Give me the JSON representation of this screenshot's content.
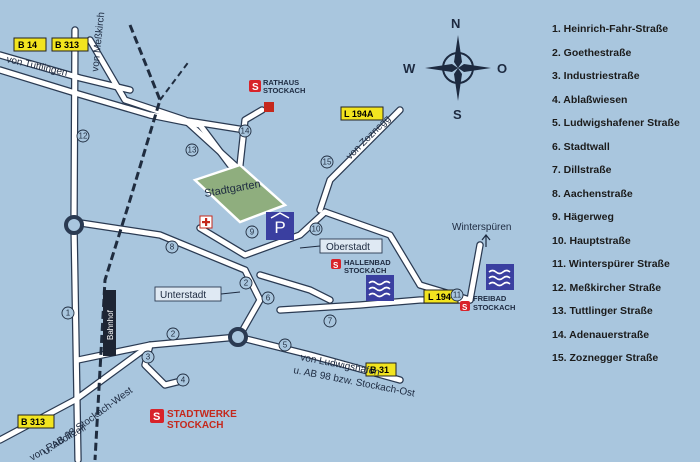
{
  "compass": {
    "north": "N",
    "west": "W",
    "east": "O",
    "south": "S"
  },
  "routes": {
    "b14": "B 14",
    "b313_top": "B 313",
    "b313_bottom": "B 313",
    "l194a": "L 194A",
    "l194": "L 194",
    "b31": "B 31"
  },
  "directions": {
    "tuttlingen": "von Tuttlingen",
    "messkirch": "von Meßkirch",
    "zoznegg": "von Zoznegg",
    "winterspueren": "Winterspüren",
    "ludwigshafen_line1": "von Ludwigshafen",
    "ludwigshafen_line2": "u. AB 98 bzw. Stockach-Ost",
    "radolfzell": "von Radolfzell",
    "stockach_west": "u. AB 98 Stockach-West"
  },
  "places": {
    "rathaus_line1": "RATHAUS",
    "rathaus_line2": "STOCKACH",
    "stadtgarten": "Stadtgarten",
    "oberstadt": "Oberstadt",
    "unterstadt": "Unterstadt",
    "hallenbad_line1": "HALLENBAD",
    "hallenbad_line2": "STOCKACH",
    "freibad_line1": "FREIBAD",
    "freibad_line2": "STOCKACH",
    "bahnhof": "Bahnhof",
    "stadtwerke_line1": "STADTWERKE",
    "stadtwerke_line2": "STOCKACH"
  },
  "street_markers": [
    "1",
    "2",
    "2",
    "3",
    "4",
    "5",
    "6",
    "7",
    "8",
    "9",
    "10",
    "11",
    "12",
    "13",
    "14",
    "15"
  ],
  "legend": [
    "1. Heinrich-Fahr-Straße",
    "2. Goethestraße",
    "3. Industriestraße",
    "4. Ablaßwiesen",
    "5. Ludwigshafener Straße",
    "6. Stadtwall",
    "7. Dillstraße",
    "8. Aachenstraße",
    "9. Hägerweg",
    "10. Hauptstraße",
    "11. Winterspürer Straße",
    "12. Meßkircher Straße",
    "13. Tuttlinger Straße",
    "14. Adenauerstraße",
    "15. Zoznegger Straße"
  ],
  "icons": {
    "parking": "parking-icon",
    "pool": "wave-pool-icon",
    "logo": "stockach-s-logo",
    "first_aid": "first-aid-icon"
  },
  "colors": {
    "background": "#a9c6de",
    "park": "#8fae7e",
    "route_badge": "#f2e41f",
    "logo_red": "#d8232a",
    "pool_blue": "#3a3fa0",
    "rathaus_red": "#c5281c"
  }
}
